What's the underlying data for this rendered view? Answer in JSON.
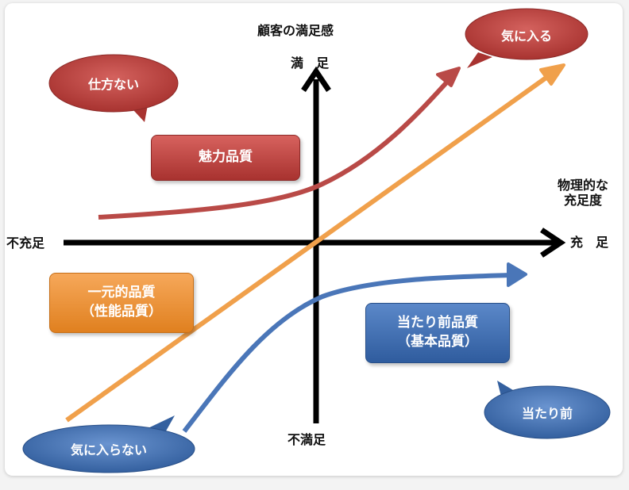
{
  "axes": {
    "y_title": "顧客の満足感",
    "y_top": "満　足",
    "y_bottom": "不満足",
    "x_title_line1": "物理的な",
    "x_title_line2": "充足度",
    "x_right": "充　足",
    "x_left": "不充足"
  },
  "categories": {
    "attractive": "魅力品質",
    "one_dim_line1": "一元的品質",
    "one_dim_line2": "（性能品質）",
    "must_be_line1": "当たり前品質",
    "must_be_line2": "（基本品質）"
  },
  "bubbles": {
    "like": "気に入る",
    "cant_help": "仕方ない",
    "dislike": "気に入らない",
    "expected": "当たり前"
  },
  "colors": {
    "red": "#b94a47",
    "orange": "#f0a04b",
    "blue": "#4a76b8",
    "axis": "#000000"
  }
}
